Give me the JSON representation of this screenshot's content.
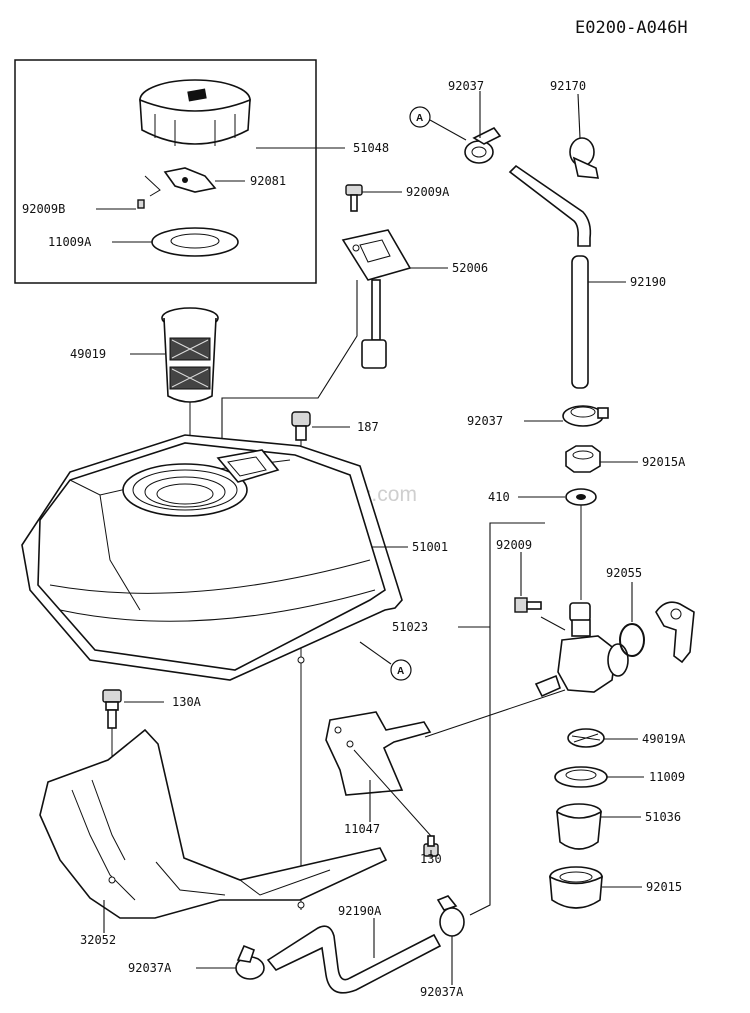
{
  "diagram_code": "E0200-A046H",
  "watermark": "eReplacementParts.com",
  "reference_marker": "A",
  "labels": {
    "p51048": "51048",
    "p92081": "92081",
    "p92009B": "92009B",
    "p11009A": "11009A",
    "p49019": "49019",
    "p92037_top": "92037",
    "p92170": "92170",
    "p92009A": "92009A",
    "p52006": "52006",
    "p92190": "92190",
    "p187": "187",
    "p92037_mid": "92037",
    "p92015A": "92015A",
    "p410": "410",
    "p51001": "51001",
    "p92009": "92009",
    "p92055": "92055",
    "p51023": "51023",
    "p130A": "130A",
    "p49019A": "49019A",
    "p11009": "11009",
    "p11047": "11047",
    "p51036": "51036",
    "p130": "130",
    "p92015": "92015",
    "p32052": "32052",
    "p92190A": "92190A",
    "p92037A_left": "92037A",
    "p92037A_right": "92037A"
  }
}
